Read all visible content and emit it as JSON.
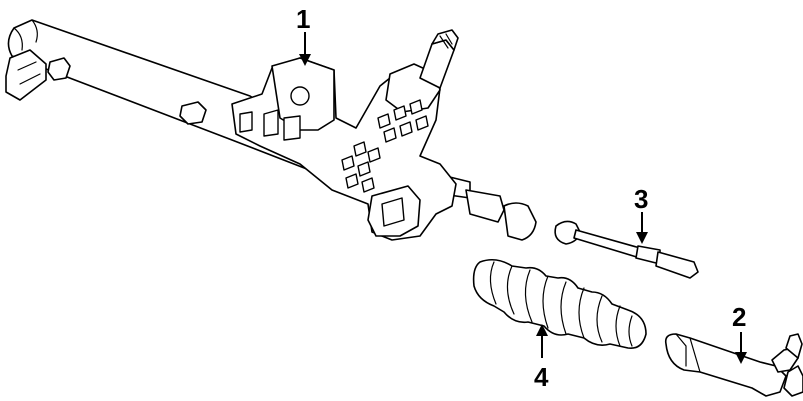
{
  "callouts": [
    {
      "number": "1"
    },
    {
      "number": "2"
    },
    {
      "number": "3"
    },
    {
      "number": "4"
    }
  ],
  "colors": {
    "line": "#000000",
    "background": "#ffffff"
  }
}
